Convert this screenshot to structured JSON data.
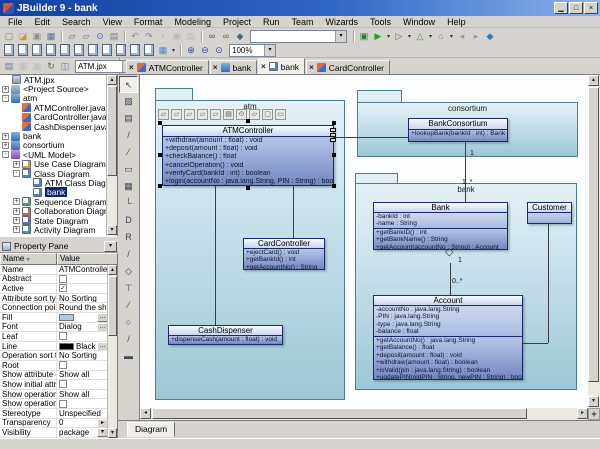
{
  "window": {
    "title": "JBuilder 9 - bank",
    "controls": {
      "minimize": "▁",
      "maximize": "□",
      "close": "×"
    }
  },
  "icons": {
    "dropdown": "▾",
    "up": "▴",
    "down": "▾",
    "left": "◂",
    "right": "▸",
    "sort": "▿",
    "ellipsis": "…",
    "check": "✓",
    "compass": "+"
  },
  "menu": {
    "items": [
      "File",
      "Edit",
      "Search",
      "View",
      "Format",
      "Modeling",
      "Project",
      "Run",
      "Team",
      "Wizards",
      "Tools",
      "Window",
      "Help"
    ]
  },
  "toolbar_main": {
    "items": [
      {
        "name": "new-file",
        "glyph": "▢",
        "color": "#8a7a40"
      },
      {
        "name": "open-file",
        "glyph": "◪",
        "color": "#c8982a"
      },
      {
        "name": "close-file",
        "glyph": "▣",
        "color": "#8a8a9a"
      },
      {
        "name": "save-file",
        "glyph": "▦",
        "color": "#5a6a9a"
      },
      {
        "sep": true,
        "name": "sep-1"
      },
      {
        "name": "copy-page",
        "glyph": "▱",
        "color": "#3a6ab0"
      },
      {
        "name": "paste-page",
        "glyph": "▱",
        "color": "#3a9a6a"
      },
      {
        "name": "web-view",
        "glyph": "⊙",
        "color": "#2a6ac0"
      },
      {
        "name": "print",
        "glyph": "▤",
        "color": "#707a88"
      },
      {
        "sep": true,
        "name": "sep-2"
      },
      {
        "name": "undo",
        "glyph": "↶",
        "color": "#88889a"
      },
      {
        "name": "redo",
        "glyph": "↷",
        "color": "#88889a"
      },
      {
        "name": "cut",
        "glyph": "×",
        "color": "#99a",
        "dis": true
      },
      {
        "name": "copy",
        "glyph": "▣",
        "color": "#99a",
        "dis": true
      },
      {
        "name": "paste",
        "glyph": "▤",
        "color": "#99a",
        "dis": true
      },
      {
        "sep": true,
        "name": "sep-3"
      },
      {
        "name": "find",
        "glyph": "∞",
        "color": "#44566a"
      },
      {
        "name": "find-replace",
        "glyph": "∞",
        "color": "#6a5644"
      },
      {
        "name": "search-project",
        "glyph": "◆",
        "color": "#3a6a8a"
      },
      {
        "combo": true,
        "name": "search-combo",
        "value": "",
        "w": 84
      },
      {
        "sep": true,
        "name": "sep-4"
      },
      {
        "name": "add-to-project",
        "glyph": "▣",
        "color": "#2a7a2a"
      },
      {
        "name": "run",
        "glyph": "▶",
        "color": "#18a818",
        "dd": true
      },
      {
        "name": "debug",
        "glyph": "▷",
        "color": "#2a8a2a",
        "dd": true
      },
      {
        "name": "optimize",
        "glyph": "△",
        "color": "#3a9a3a",
        "dd": true
      },
      {
        "name": "make",
        "glyph": "⌂",
        "color": "#8a8a8a",
        "dd": true
      },
      {
        "name": "back",
        "glyph": "◂",
        "color": "#a090b0"
      },
      {
        "name": "forward",
        "glyph": "▸",
        "color": "#a090b0"
      },
      {
        "name": "help",
        "glyph": "◆",
        "color": "#2a7ab0"
      }
    ]
  },
  "toolbar_modeling": {
    "items": [
      {
        "page": true,
        "name": "uml-class-diagram"
      },
      {
        "page": true,
        "name": "uml-usecase-diagram"
      },
      {
        "page": true,
        "name": "uml-sequence-diagram"
      },
      {
        "page": true,
        "name": "uml-collaboration-diagram"
      },
      {
        "page": true,
        "name": "uml-state-diagram"
      },
      {
        "page": true,
        "name": "uml-activity-diagram"
      },
      {
        "page": true,
        "name": "uml-component-diagram"
      },
      {
        "page": true,
        "name": "uml-deployment-diagram"
      },
      {
        "page": true,
        "name": "uml-object-diagram"
      },
      {
        "page": true,
        "name": "uml-package-diagram"
      },
      {
        "page": true,
        "name": "uml-note"
      },
      {
        "name": "diagram-appearance",
        "glyph": "▦",
        "color": "#4a86c8",
        "dd": true
      },
      {
        "sep": true,
        "name": "sep-5"
      },
      {
        "name": "zoom-in",
        "glyph": "⊕",
        "color": "#334a9a"
      },
      {
        "name": "zoom-out",
        "glyph": "⊖",
        "color": "#334a9a"
      },
      {
        "name": "zoom-actual",
        "glyph": "⊙",
        "color": "#334a9a"
      },
      {
        "combo": true,
        "name": "zoom-level",
        "value": "100%",
        "w": 34
      }
    ]
  },
  "project_bar": {
    "items": [
      {
        "name": "project-properties",
        "glyph": "▤",
        "color": "#6a7a8a"
      },
      {
        "name": "close-project",
        "glyph": "▦",
        "color": "#9aa5aa",
        "dis": true
      },
      {
        "name": "remove-from-project",
        "glyph": "▦",
        "color": "#9aa5aa",
        "dis": true
      },
      {
        "name": "refresh-project",
        "glyph": "↻",
        "color": "#3a7a3a"
      },
      {
        "name": "active-project",
        "glyph": "◫",
        "color": "#4a86c8"
      },
      {
        "combo": true,
        "name": "project-select",
        "value": "ATM.jpx",
        "w": 46
      }
    ]
  },
  "tabs": {
    "close_glyph": "×",
    "items": [
      {
        "label": "ATMController",
        "icon": "class",
        "active": false
      },
      {
        "label": "bank",
        "icon": "package",
        "active": false
      },
      {
        "label": "bank",
        "icon": "diagram",
        "active": true
      },
      {
        "label": "CardController",
        "icon": "class",
        "active": false
      }
    ]
  },
  "project_tree": {
    "items": [
      {
        "depth": 0,
        "icon": "project",
        "label": "ATM.jpx"
      },
      {
        "depth": 1,
        "exp": "+",
        "icon": "source",
        "label": "<Project Source>"
      },
      {
        "depth": 1,
        "exp": "-",
        "icon": "package",
        "label": "atm"
      },
      {
        "depth": 2,
        "icon": "javafile",
        "label": "ATMController.java"
      },
      {
        "depth": 2,
        "icon": "javafile",
        "label": "CardController.java"
      },
      {
        "depth": 2,
        "icon": "javafile",
        "label": "CashDispenser.java"
      },
      {
        "depth": 1,
        "exp": "+",
        "icon": "package",
        "label": "bank"
      },
      {
        "depth": 1,
        "exp": "+",
        "icon": "package",
        "label": "consortium"
      },
      {
        "depth": 1,
        "exp": "-",
        "icon": "umlmodel",
        "label": "<UML Model>"
      },
      {
        "depth": 2,
        "exp": "+",
        "icon": "usecase",
        "label": "Use Case Diagram"
      },
      {
        "depth": 2,
        "exp": "-",
        "icon": "classdiag",
        "label": "Class Diagram"
      },
      {
        "depth": 3,
        "icon": "diagfile",
        "label": "ATM Class Diagram"
      },
      {
        "depth": 3,
        "icon": "diagfile",
        "label": "bank",
        "sel": true
      },
      {
        "depth": 2,
        "exp": "+",
        "icon": "seqdiag",
        "label": "Sequence Diagram"
      },
      {
        "depth": 2,
        "exp": "+",
        "icon": "collabdiag",
        "label": "Collaboration Diagram"
      },
      {
        "depth": 2,
        "exp": "+",
        "icon": "statediag",
        "label": "State Diagram"
      },
      {
        "depth": 2,
        "exp": "+",
        "icon": "activitydiag",
        "label": "Activity Diagram"
      }
    ]
  },
  "property_pane": {
    "title": "Property Pane",
    "columns": {
      "name": "Name",
      "value": "Value"
    },
    "rows": [
      {
        "name": "Name",
        "value": "ATMController"
      },
      {
        "name": "Abstract",
        "kind": "check",
        "checked": false
      },
      {
        "name": "Active",
        "kind": "check",
        "checked": true
      },
      {
        "name": "Attribute sort type",
        "value": "No Sorting"
      },
      {
        "name": "Connection point",
        "value": "Round the shape"
      },
      {
        "name": "Fill",
        "kind": "color",
        "swatch": "#aecbe2",
        "btn": true
      },
      {
        "name": "Font",
        "value": "Dialog",
        "btn": true
      },
      {
        "name": "Leaf",
        "kind": "check",
        "checked": false
      },
      {
        "name": "Line",
        "kind": "color",
        "swatch": "#000000",
        "value": "Black",
        "btn": true
      },
      {
        "name": "Operation sort ty...",
        "value": "No Sorting"
      },
      {
        "name": "Root",
        "kind": "check",
        "checked": false
      },
      {
        "name": "Show attribute o...",
        "value": "Show all"
      },
      {
        "name": "Show initial attrib...",
        "kind": "check",
        "checked": false
      },
      {
        "name": "Show operation ...",
        "value": "Show all"
      },
      {
        "name": "Show operation ...",
        "kind": "check",
        "checked": false
      },
      {
        "name": "Stereotype",
        "value": "Unspecified"
      },
      {
        "name": "Transparency",
        "value": "0",
        "kind": "spin"
      },
      {
        "name": "Visibility",
        "value": "package",
        "kind": "drop"
      }
    ]
  },
  "palette": {
    "tools": [
      {
        "name": "pointer-tool",
        "glyph": "↖",
        "sel": true
      },
      {
        "name": "eraser-tool",
        "glyph": "▨"
      },
      {
        "name": "image-tool",
        "glyph": "▤"
      },
      {
        "name": "line-tool",
        "glyph": "/"
      },
      {
        "name": "dashed-line-tool",
        "glyph": "⁄"
      },
      {
        "name": "package-tool",
        "glyph": "▭"
      },
      {
        "name": "class-tool",
        "glyph": "▦"
      },
      {
        "name": "interface-tool",
        "glyph": "└"
      },
      {
        "name": "dependency-tool",
        "glyph": "D"
      },
      {
        "name": "realization-tool",
        "glyph": "R"
      },
      {
        "name": "association-tool",
        "glyph": "/"
      },
      {
        "name": "aggregation-tool",
        "glyph": "◇"
      },
      {
        "name": "composition-tool",
        "glyph": "⊤"
      },
      {
        "name": "note-link-tool",
        "glyph": "⁄"
      },
      {
        "name": "note-tool",
        "glyph": "○"
      },
      {
        "name": "link-tool",
        "glyph": "/"
      },
      {
        "name": "state-tool",
        "glyph": "▬"
      }
    ]
  },
  "uml": {
    "packages": {
      "atm": "atm",
      "consortium": "consortium",
      "bank": "bank"
    },
    "mini_toolbar": [
      "▱",
      "▱",
      "▱",
      "▱",
      "▱",
      "▤",
      "⊙",
      "▱",
      "▢",
      "▭"
    ],
    "classes": {
      "ATMController": {
        "name": "ATMController",
        "operations": [
          "+withdraw(amount : float) : void",
          "+deposit(amount : float) : void",
          "+checkBalance() : float",
          "+cancelOperation() : void",
          "+verifyCard(bankId : int) : boolean",
          "+login(accountNo : java.lang.String, PIN : String) : boolean"
        ]
      },
      "CardController": {
        "name": "CardController",
        "operations": [
          "+ejectCard() : void",
          "+getBankId() : int",
          "+getAccountNo() : String"
        ]
      },
      "CashDispenser": {
        "name": "CashDispenser",
        "operations": [
          "+dispenseCash(amount : float) : void"
        ]
      },
      "BankConsortium": {
        "name": "BankConsortium",
        "operations": [
          "+lookupBank(bankId : int) : Bank"
        ]
      },
      "Bank": {
        "name": "Bank",
        "attributes": [
          "-bankId : int",
          "-name : String"
        ],
        "operations": [
          "+getBankID() : int",
          "+getBankName() : String",
          "+getAccount(accountNo : String) : Account"
        ]
      },
      "Customer": {
        "name": "Customer"
      },
      "Account": {
        "name": "Account",
        "attributes": [
          "-accountNo : java.lang.String",
          "-PIN : java.lang.String",
          "-type : java.lang.String",
          "-balance : float"
        ],
        "operations": [
          "+getAccountNo() : java.lang.String",
          "+getBalance() : float",
          "+deposit(amount : float) : void",
          "+withdraw(amount : float) : boolean",
          "+isValid(pin : java.lang.String) : boolean",
          "+updatePIN(oldPIN : String, newPIN : String) : boolean"
        ]
      }
    },
    "labels": {
      "consortium_bank_src": "1",
      "consortium_bank_dst": "1..*",
      "bank_account_src": "1",
      "bank_account_dst": "0..*"
    }
  },
  "bottom": {
    "diagram_tab": "Diagram"
  }
}
